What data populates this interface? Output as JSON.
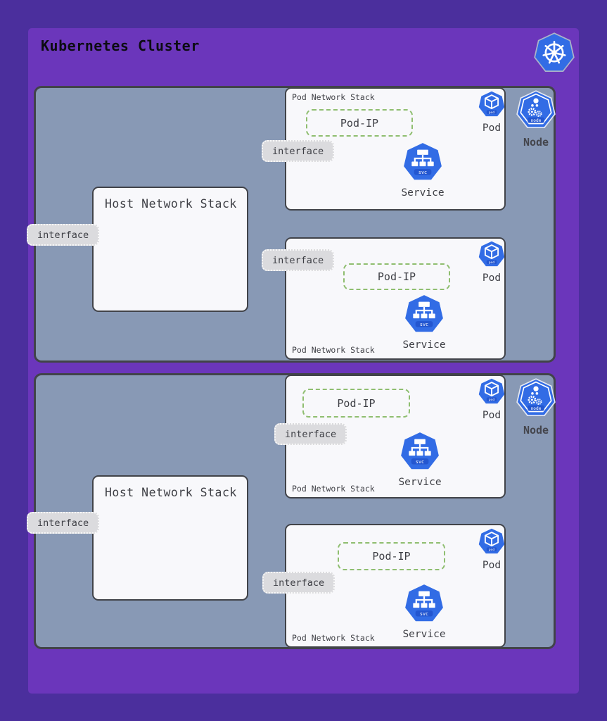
{
  "header": {
    "title": "Kubernetes Cluster"
  },
  "icons": {
    "pod_badge": "pod",
    "svc_badge": "svc",
    "node_badge": "node"
  },
  "colors": {
    "background": "#4B2F9D",
    "panel": "#6B36BB",
    "node_fill": "#8899B5",
    "box_fill": "#F8F8FB",
    "border": "#414349",
    "chip_fill": "#DBDBDE",
    "text": "#3E3F45",
    "pod_ip_green": "#8FBE70",
    "kubernetes_blue": "#326CE5"
  },
  "nodes": [
    {
      "name": "Node",
      "host_interface": "interface",
      "host": {
        "title": "Host Network Stack"
      },
      "pods": [
        {
          "stack_label": "Pod Network Stack",
          "pod_ip": "Pod-IP",
          "pod_label": "Pod",
          "service_label": "Service",
          "interface": "interface"
        },
        {
          "stack_label": "Pod Network Stack",
          "pod_ip": "Pod-IP",
          "pod_label": "Pod",
          "service_label": "Service",
          "interface": "interface"
        }
      ]
    },
    {
      "name": "Node",
      "host_interface": "interface",
      "host": {
        "title": "Host Network Stack"
      },
      "pods": [
        {
          "stack_label": "Pod Network Stack",
          "pod_ip": "Pod-IP",
          "pod_label": "Pod",
          "service_label": "Service",
          "interface": "interface"
        },
        {
          "stack_label": "Pod Network Stack",
          "pod_ip": "Pod-IP",
          "pod_label": "Pod",
          "service_label": "Service",
          "interface": "interface"
        }
      ]
    }
  ]
}
